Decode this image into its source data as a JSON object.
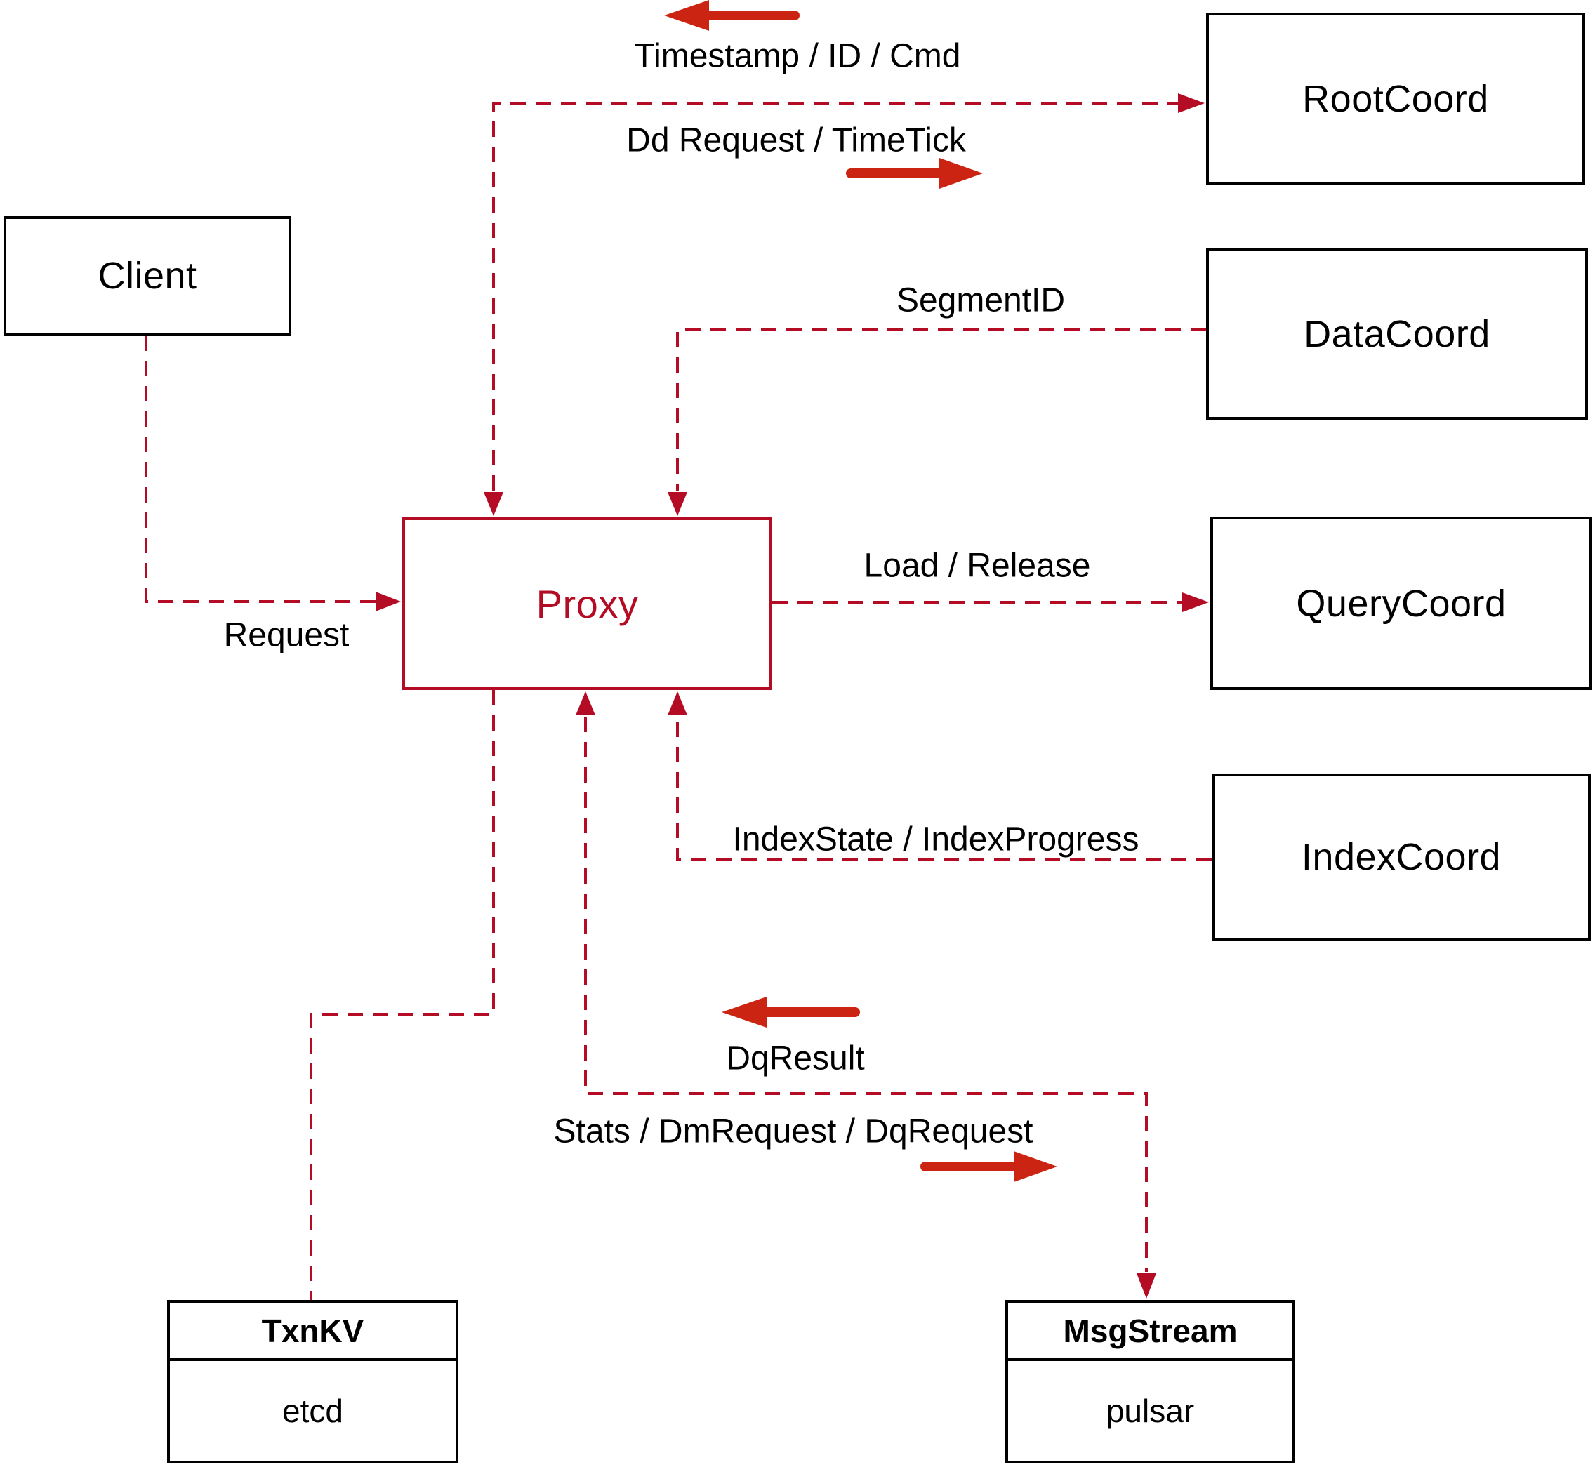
{
  "colors": {
    "edge": "#b30c24",
    "arrow": "#cc2412",
    "ink": "#000000",
    "bg": "#ffffff",
    "border": "#000000"
  },
  "nodes": {
    "client": {
      "label": "Client"
    },
    "rootcoord": {
      "label": "RootCoord"
    },
    "datacoord": {
      "label": "DataCoord"
    },
    "querycoord": {
      "label": "QueryCoord"
    },
    "indexcoord": {
      "label": "IndexCoord"
    },
    "proxy": {
      "label": "Proxy"
    },
    "txnkv": {
      "title": "TxnKV",
      "body": "etcd"
    },
    "msgstream": {
      "title": "MsgStream",
      "body": "pulsar"
    }
  },
  "edges": {
    "timestamp_id_cmd": "Timestamp / ID / Cmd",
    "dd_request_timetick": "Dd Request / TimeTick",
    "segment_id": "SegmentID",
    "load_release": "Load / Release",
    "index_state_progress": "IndexState / IndexProgress",
    "request": "Request",
    "dq_result": "DqResult",
    "stats_dm_dq": "Stats / DmRequest / DqRequest"
  }
}
